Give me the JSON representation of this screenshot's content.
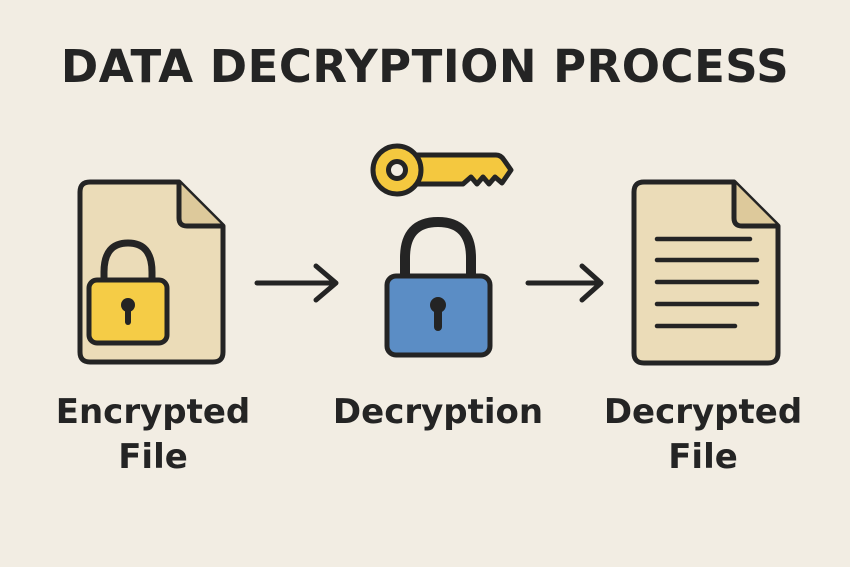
{
  "diagram": {
    "title": "DATA DECRYPTION PROCESS",
    "steps": [
      {
        "line1": "Encrypted",
        "line2": "File",
        "icon": "locked-file-icon"
      },
      {
        "line1": "Decryption",
        "line2": "",
        "icon": "padlock-with-key-icon"
      },
      {
        "line1": "Decrypted",
        "line2": "File",
        "icon": "document-icon"
      }
    ],
    "connectors": [
      "arrow-right-icon",
      "arrow-right-icon"
    ],
    "colors": {
      "background": "#f2ede3",
      "outline": "#242424",
      "file_fill": "#ebdcb8",
      "yellow_lock": "#f5cc46",
      "blue_lock": "#5b8dc5",
      "key": "#f4c83f"
    }
  }
}
